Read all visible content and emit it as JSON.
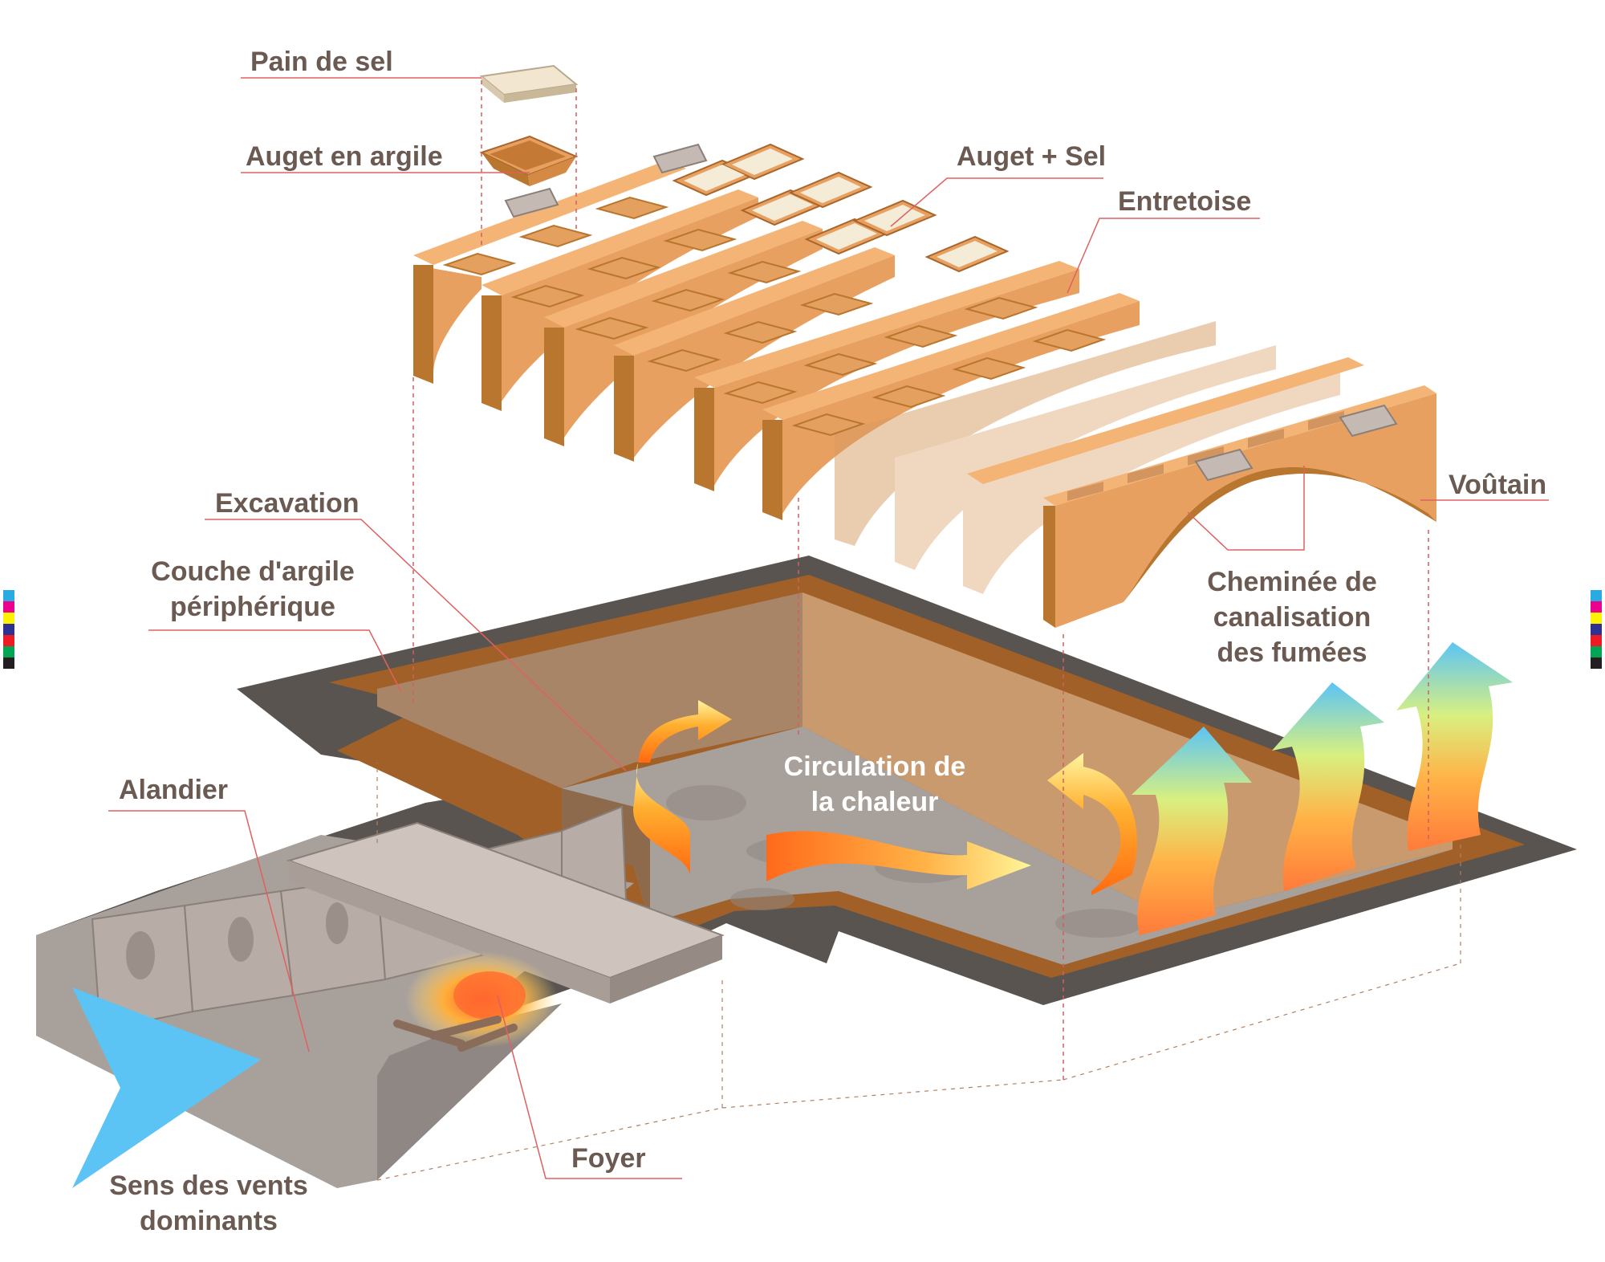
{
  "labels": {
    "pain_de_sel": "Pain de sel",
    "auget_argile": "Auget en argile",
    "auget_sel": "Auget + Sel",
    "entretoise": "Entretoise",
    "excavation": "Excavation",
    "couche_argile": [
      "Couche d'argile",
      "périphérique"
    ],
    "voutain": "Voûtain",
    "cheminee": [
      "Cheminée de",
      "canalisation",
      "des fumées"
    ],
    "circulation": [
      "Circulation de",
      "la chaleur"
    ],
    "alandier": "Alandier",
    "foyer": "Foyer",
    "vents": [
      "Sens des vents",
      "dominants"
    ]
  },
  "colors": {
    "label_text": "#6b5a52",
    "leader_line": "#e06060",
    "wood_top": "#f3b476",
    "wood_front": "#e8a060",
    "wood_side": "#b9762f",
    "ground": "#a8a09b",
    "ground_dark": "#5a5450",
    "clay": "#a06028",
    "pit_wall": "#c89a6e",
    "stone": "#b8aca6",
    "wind_arrow": "#5bc4f5"
  },
  "icons": [
    "wind-arrow-icon",
    "fire-icon",
    "heat-arrow-icon",
    "smoke-arrow-icon"
  ]
}
